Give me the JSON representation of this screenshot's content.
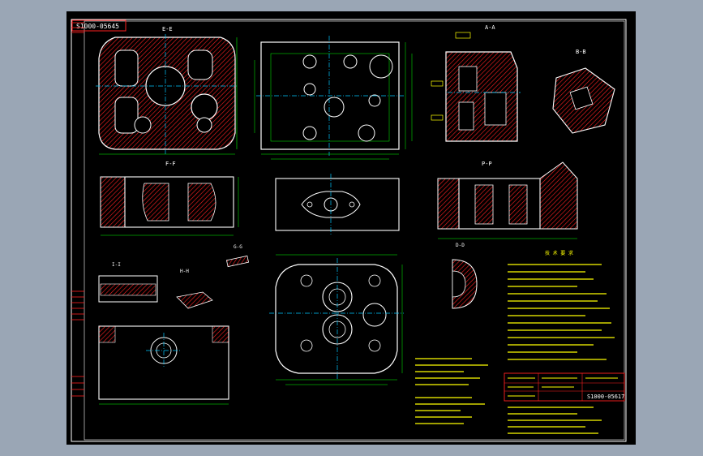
{
  "drawing": {
    "code_top": "S1000-05645",
    "code_bottom": "S1000-05617",
    "sections": {
      "ee": "E-E",
      "aa": "A-A",
      "bb": "B-B",
      "ff": "F-F",
      "pp": "P-P",
      "gg": "G-G",
      "ii": "I-I",
      "hh": "H-H",
      "dd": "D-D"
    },
    "notes_title": "技 术 要 求",
    "colors": {
      "background": "#000000",
      "outer": "#9aa6b5",
      "frame": "#ffffff",
      "outline": "#ffffff",
      "center": "#00c8ff",
      "dimension": "#00ff00",
      "hatch": "#ff2020",
      "text": "#ffff00"
    }
  }
}
